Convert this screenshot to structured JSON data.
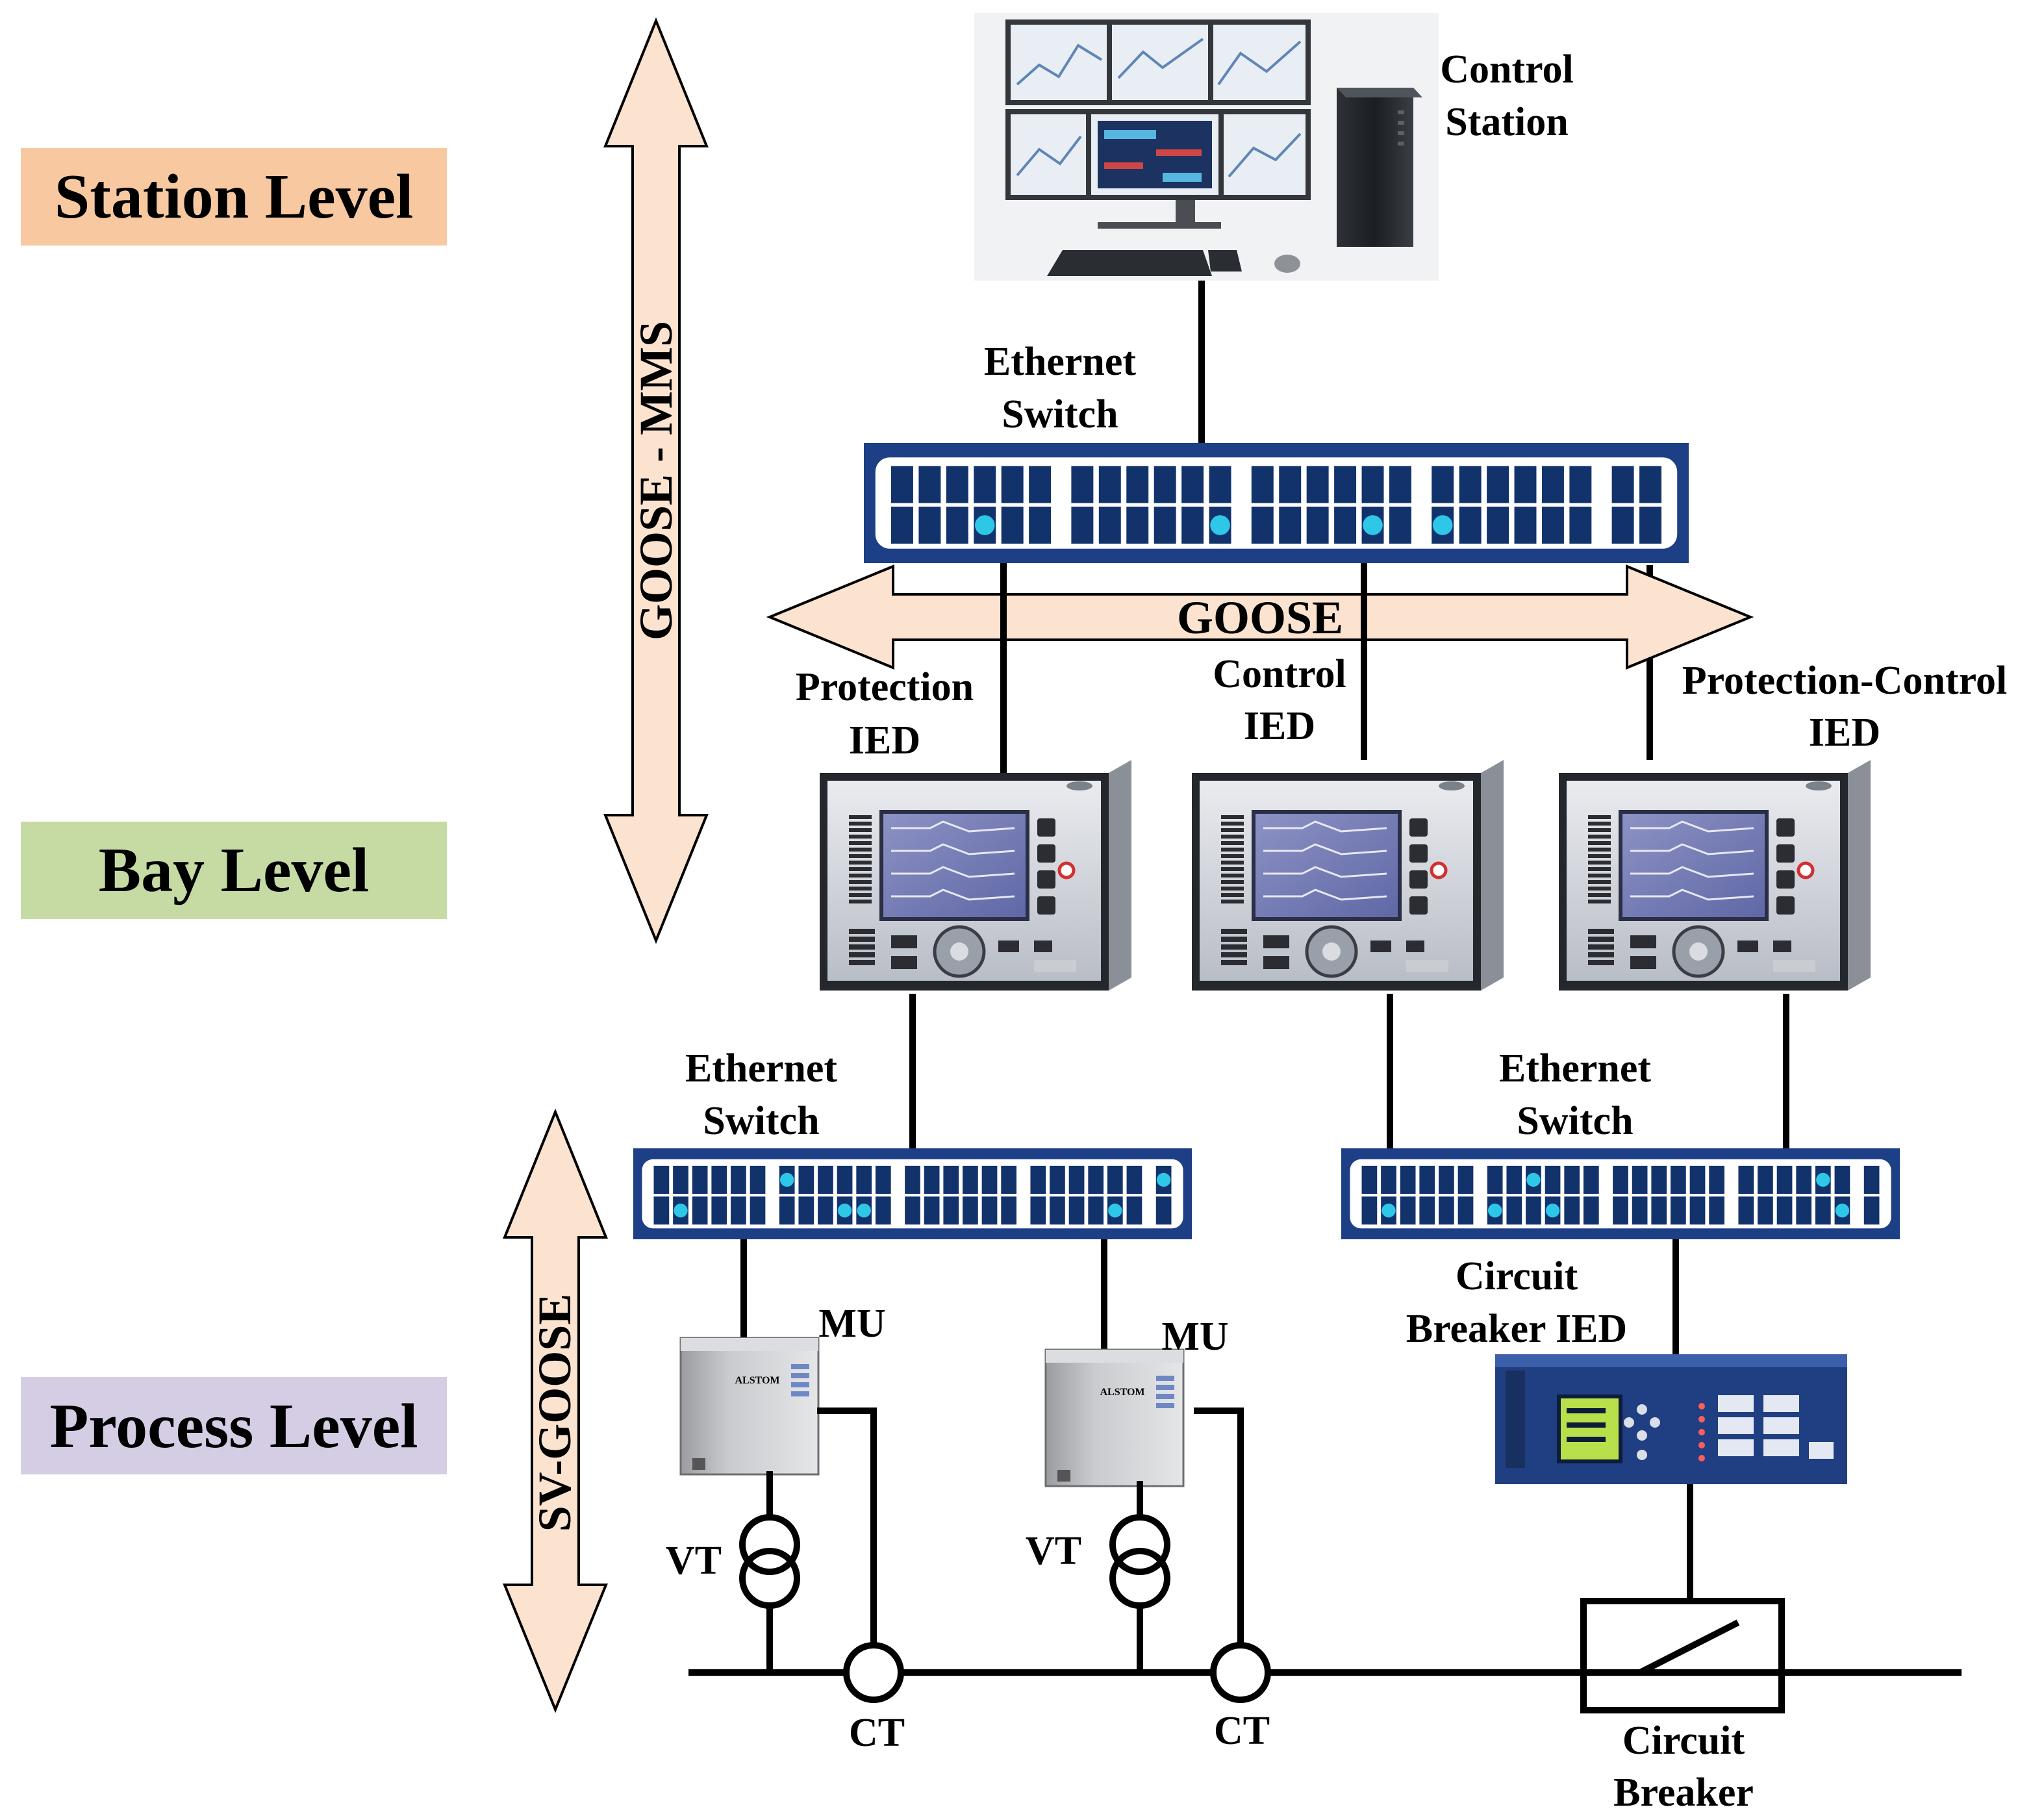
{
  "levels": {
    "station": {
      "label": "Station Level",
      "color": "#f8c9a0"
    },
    "bay": {
      "label": "Bay Level",
      "color": "#c6dba4"
    },
    "process": {
      "label": "Process Level",
      "color": "#d5cde4"
    }
  },
  "arrows": {
    "goose_mms": "GOOSE - MMS",
    "goose": "GOOSE",
    "sv_goose": "SV-GOOSE",
    "fill": "#fbe3d0"
  },
  "control_station": {
    "line1": "Control",
    "line2": "Station"
  },
  "switches": {
    "top": {
      "line1": "Ethernet",
      "line2": "Switch"
    },
    "left": {
      "line1": "Ethernet",
      "line2": "Switch"
    },
    "right": {
      "line1": "Ethernet",
      "line2": "Switch"
    },
    "body_color": "#1c3f86"
  },
  "ieds": {
    "protection": {
      "line1": "Protection",
      "line2": "IED"
    },
    "control": {
      "line1": "Control",
      "line2": "IED"
    },
    "protection_control": {
      "line1": "Protection-Control",
      "line2": "IED"
    }
  },
  "process": {
    "mu1": "MU",
    "mu2": "MU",
    "vt1": "VT",
    "vt2": "VT",
    "ct1": "CT",
    "ct2": "CT",
    "cb_ied": {
      "line1": "Circuit",
      "line2": "Breaker IED"
    },
    "breaker": {
      "line1": "Circuit",
      "line2": "Breaker"
    },
    "mu_brand": "ALSTOM"
  }
}
